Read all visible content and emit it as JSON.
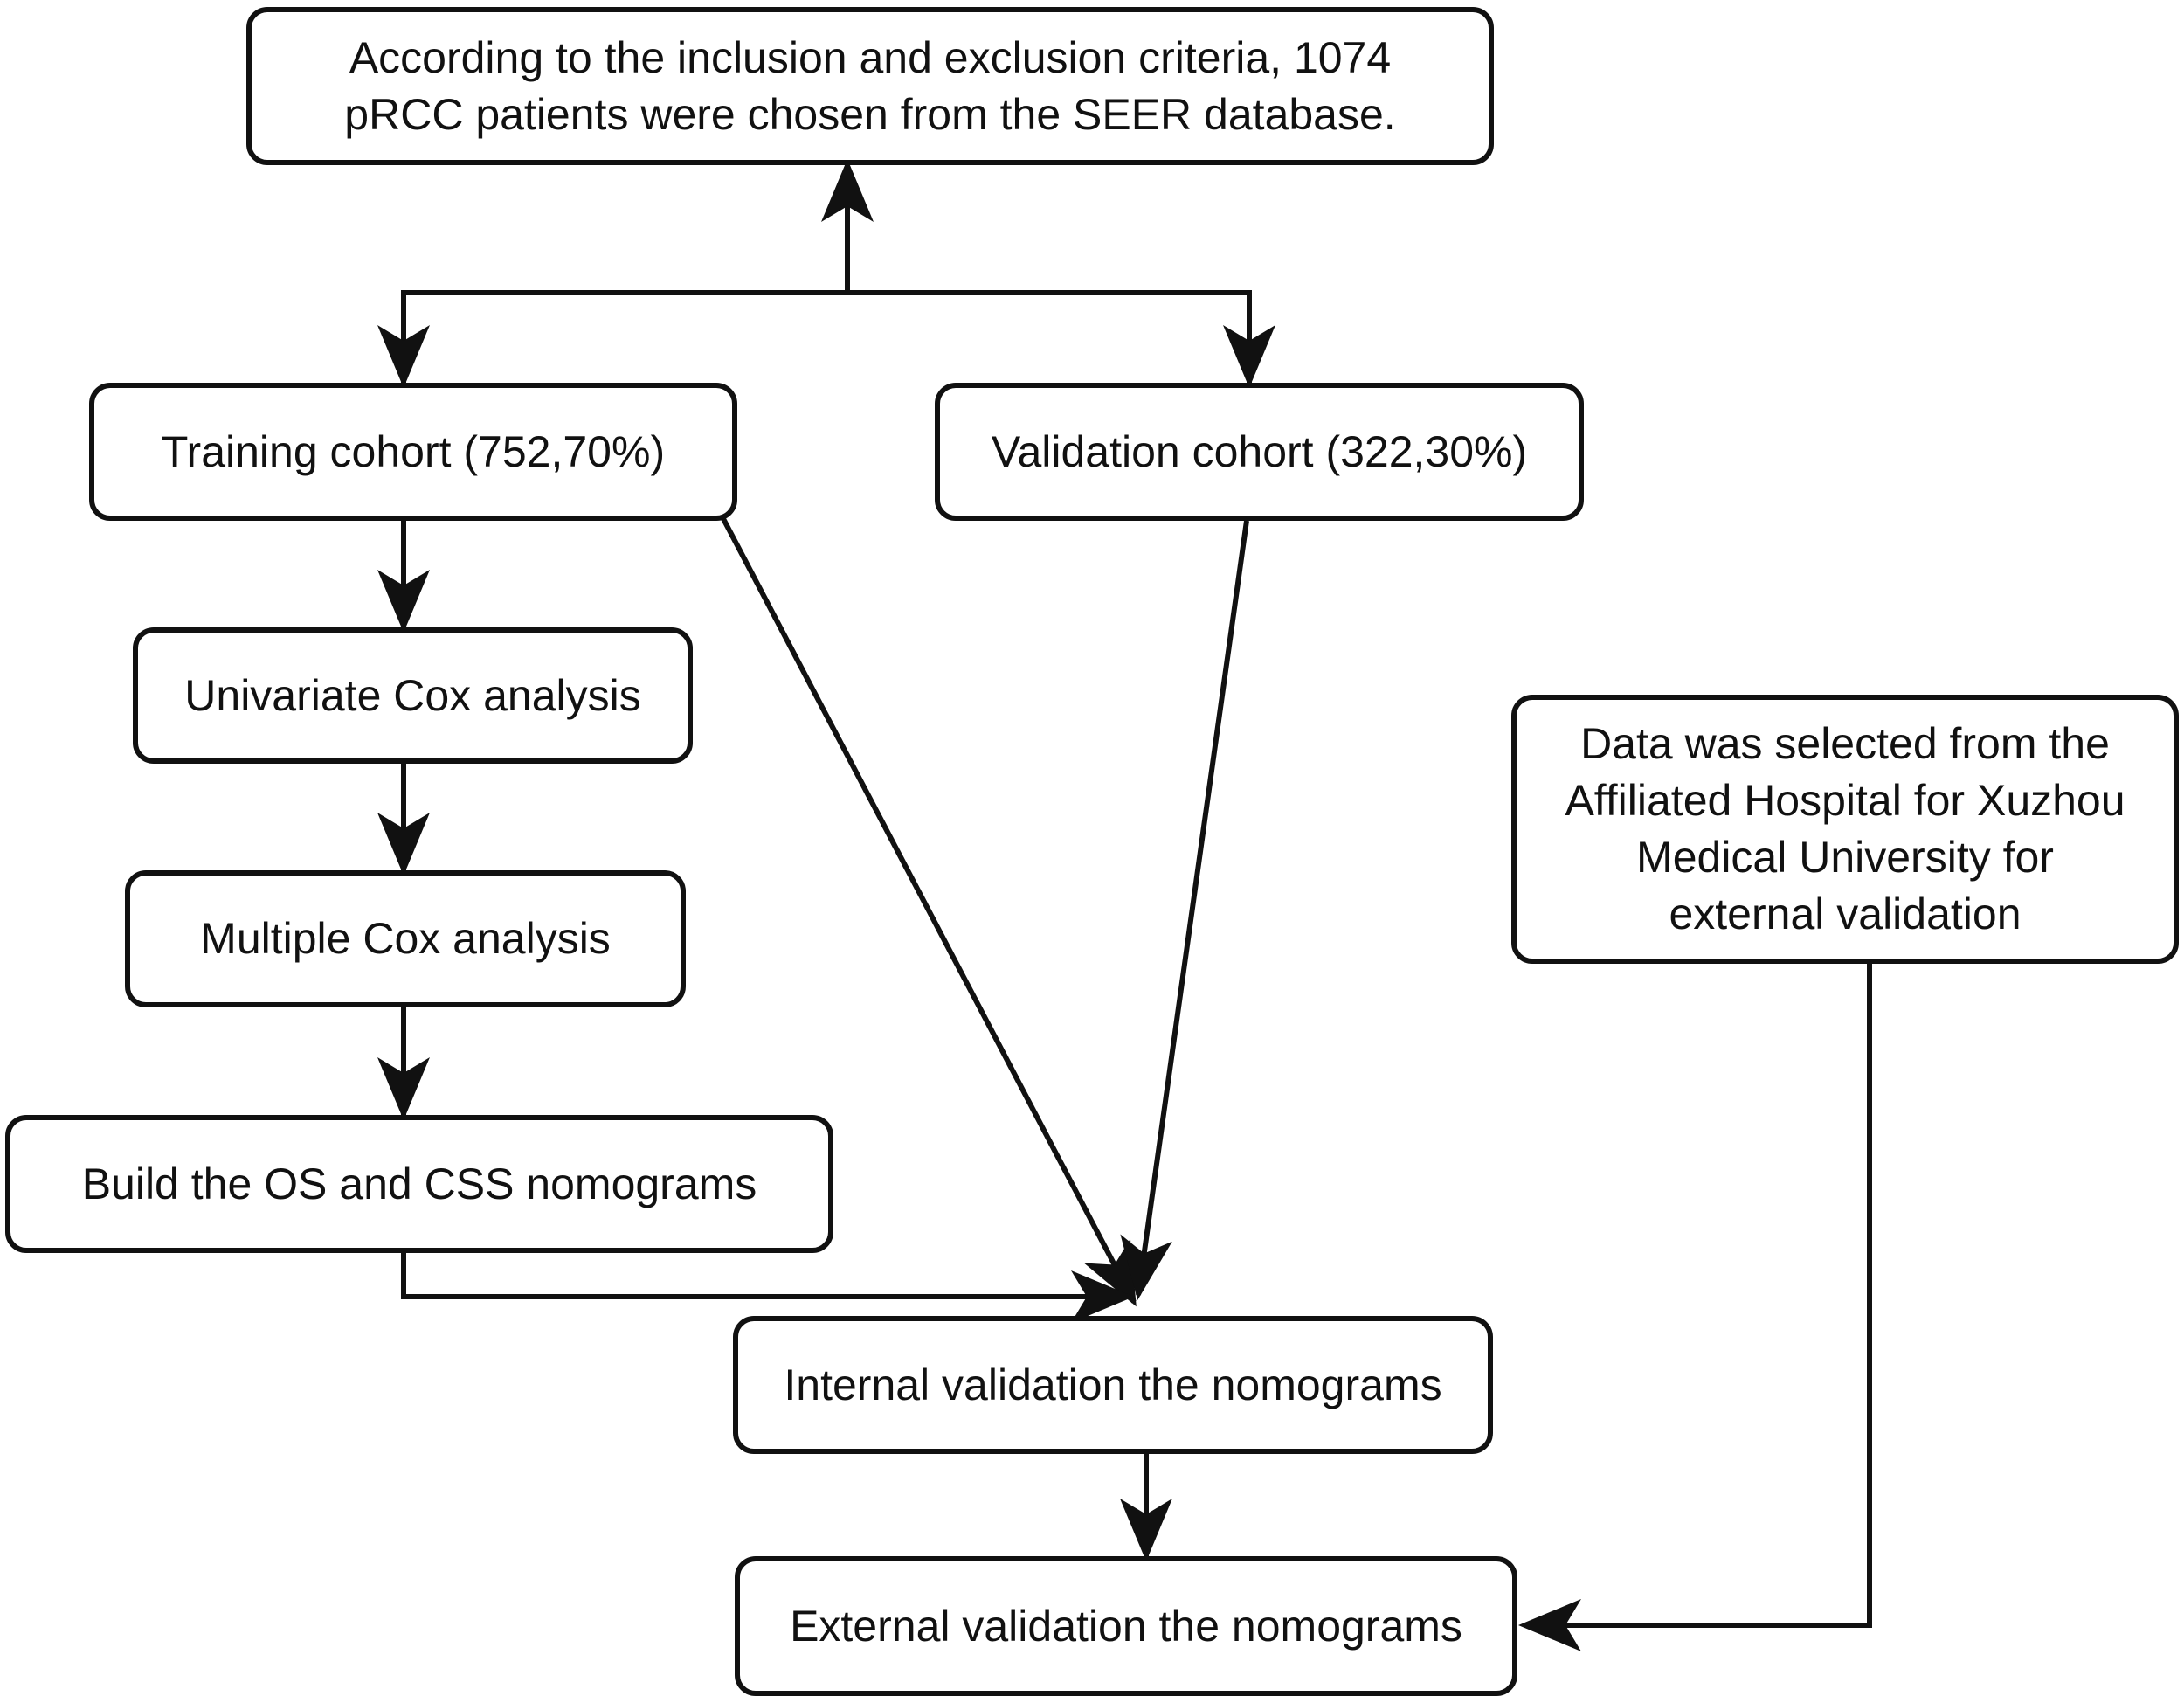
{
  "flowchart": {
    "source": "According to the inclusion and exclusion criteria, 1074\npRCC patients were chosen from the SEER database.",
    "training": "Training cohort (752,70%)",
    "validation": "Validation cohort (322,30%)",
    "univariate": "Univariate Cox analysis",
    "multiple": "Multiple Cox analysis",
    "build": "Build the OS and CSS nomograms",
    "external_data": "Data was selected from the\nAffiliated Hospital for Xuzhou\nMedical University for\nexternal validation",
    "internal_validation": "Internal validation the nomograms",
    "external_validation": "External validation the nomograms"
  }
}
